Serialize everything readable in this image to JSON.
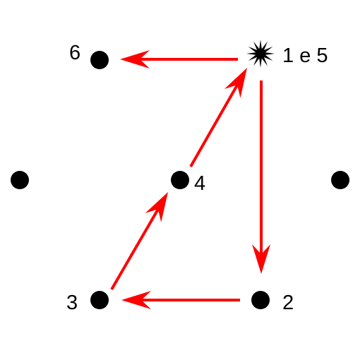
{
  "labels": {
    "p6": "6",
    "p1_5": "1 e 5",
    "p4": "4",
    "p3": "3",
    "p2": "2"
  },
  "colors": {
    "dot": "#000000",
    "arrow": "#ff0000",
    "background": "#ffffff"
  },
  "icons": {
    "start_marker": "starburst-icon",
    "points": "dot-icon"
  }
}
